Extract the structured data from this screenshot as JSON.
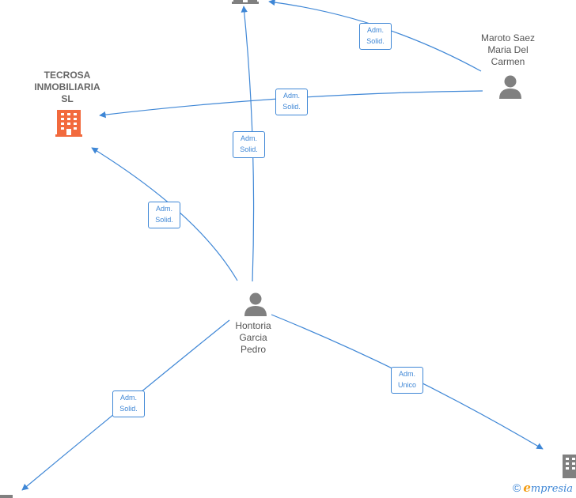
{
  "colors": {
    "edge": "#3f87d6",
    "highlight_company": "#f26a3d",
    "node_gray": "#808080"
  },
  "nodes": {
    "tecrosa": {
      "label": "TECROSA\nINMOBILIARIA\nSL",
      "icon": "building-icon"
    },
    "maroto": {
      "label": "Maroto Saez\nMaria Del\nCarmen",
      "icon": "person-icon"
    },
    "hontoria": {
      "label": "Hontoria\nGarcia\nPedro",
      "icon": "person-icon"
    }
  },
  "edges": [
    {
      "id": "maroto-top",
      "label": "Adm.\nSolid."
    },
    {
      "id": "maroto-tecrosa",
      "label": "Adm.\nSolid."
    },
    {
      "id": "hontoria-top",
      "label": "Adm.\nSolid."
    },
    {
      "id": "hontoria-tecrosa",
      "label": "Adm.\nSolid."
    },
    {
      "id": "hontoria-bottomleft",
      "label": "Adm.\nSolid."
    },
    {
      "id": "hontoria-bottomright",
      "label": "Adm.\nUnico"
    }
  ],
  "brand": {
    "copyright": "©",
    "first_letter": "e",
    "rest": "mpresia"
  }
}
